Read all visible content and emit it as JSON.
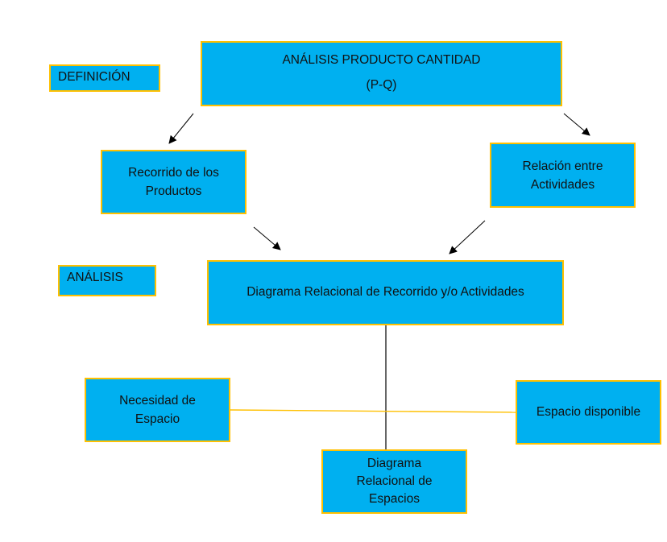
{
  "colors": {
    "box_fill": "#00b0f0",
    "box_border": "#ffc000",
    "arrow": "#000000",
    "connector_yellow": "#ffc000"
  },
  "labels": {
    "definicion": "DEFINICIÓN",
    "analisis": "ANÁLISIS"
  },
  "nodes": {
    "main": {
      "line1": "ANÁLISIS PRODUCTO CANTIDAD",
      "line2": "(P-Q)"
    },
    "recorrido": {
      "line1": "Recorrido de los",
      "line2": "Productos"
    },
    "relacion": {
      "line1": "Relación entre",
      "line2": "Actividades"
    },
    "diagrama_relacional": {
      "line1": "Diagrama Relacional de Recorrido y/o Actividades"
    },
    "necesidad": {
      "line1": "Necesidad de",
      "line2": "Espacio"
    },
    "espacio_disponible": {
      "line1": "Espacio disponible"
    },
    "diagrama_espacios": {
      "line1": "Diagrama",
      "line2": "Relacional de",
      "line3": "Espacios"
    }
  },
  "edges": [
    {
      "from": "main",
      "to": "recorrido",
      "type": "arrow"
    },
    {
      "from": "main",
      "to": "relacion",
      "type": "arrow"
    },
    {
      "from": "recorrido",
      "to": "diagrama_relacional",
      "type": "arrow"
    },
    {
      "from": "relacion",
      "to": "diagrama_relacional",
      "type": "arrow"
    },
    {
      "from": "diagrama_relacional",
      "to": "diagrama_espacios",
      "type": "line"
    },
    {
      "from": "necesidad",
      "to": "espacio_disponible",
      "type": "line"
    }
  ]
}
